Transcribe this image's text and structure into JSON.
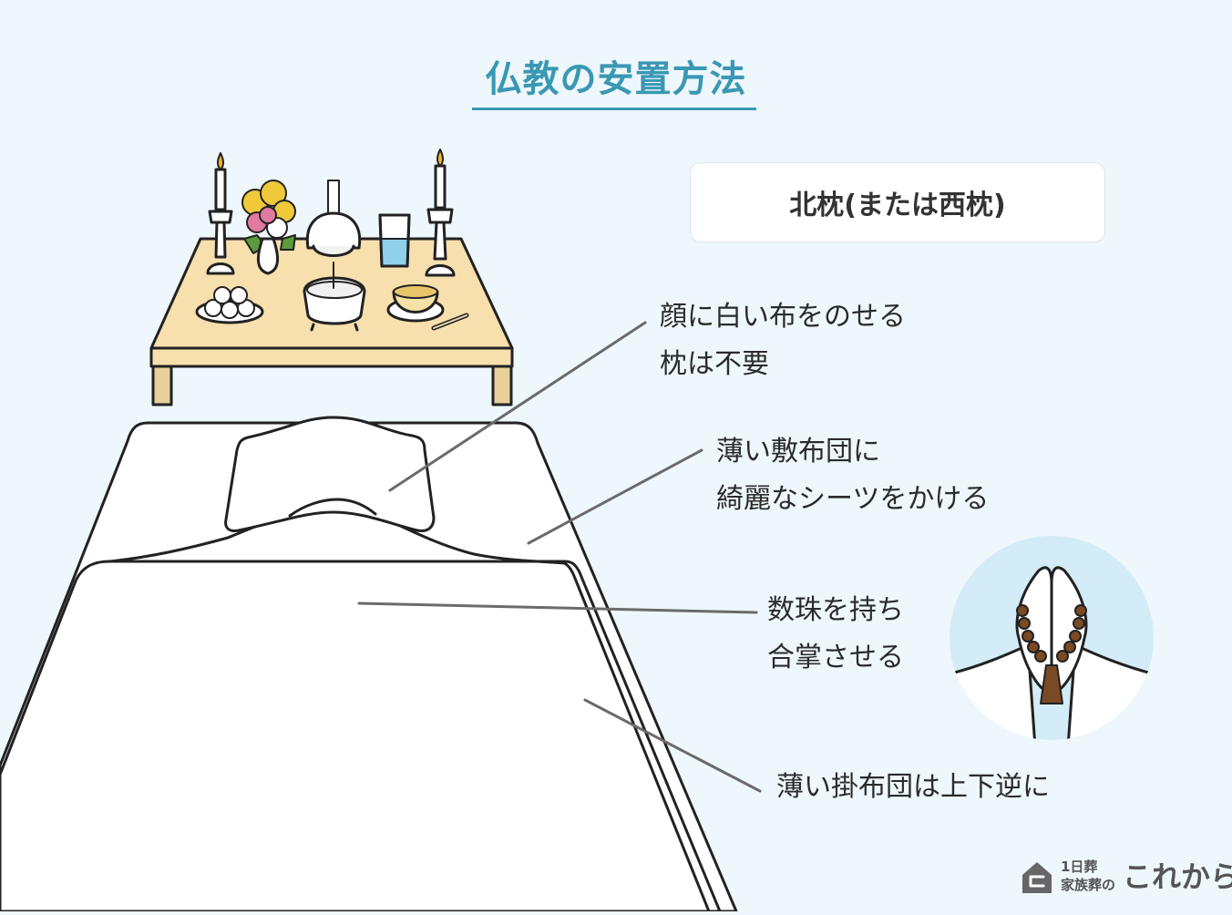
{
  "title": "仏教の安置方法",
  "badge": "北枕(または西枕)",
  "notes": {
    "face": [
      "顔に白い布をのせる",
      "枕は不要"
    ],
    "futon": [
      "薄い敷布団に",
      "綺麗なシーツをかける"
    ],
    "hands": [
      "数珠を持ち",
      "合掌させる"
    ],
    "cover": "薄い掛布団は上下逆に"
  },
  "brand": {
    "small_top": "1日葬",
    "small_bottom": "家族葬の",
    "name": "これから"
  },
  "colors": {
    "accent": "#3a98b4",
    "background": "#eef7fb",
    "table": "#f7dfae",
    "line": "#6b6b6b",
    "water": "#8fd0ea",
    "beads": "#7a4a24"
  }
}
